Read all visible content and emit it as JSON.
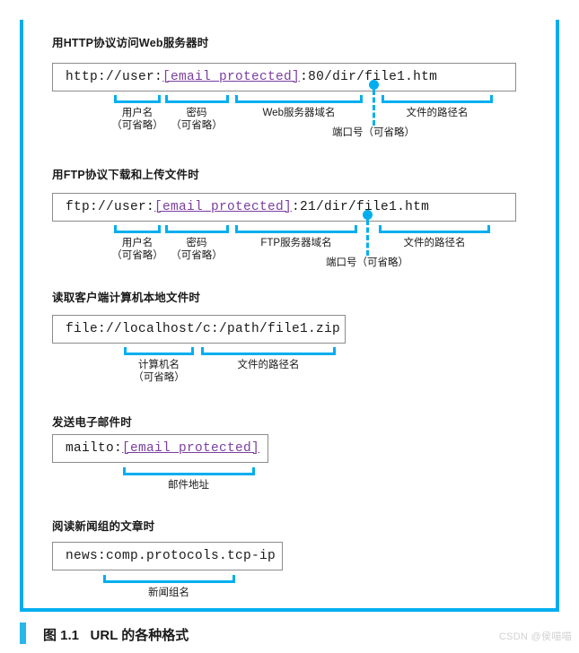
{
  "figure": {
    "caption_number": "图 1.1",
    "caption_title": "URL 的各种格式",
    "watermark": "CSDN @侯喵喵",
    "accent_color": "#00aeef",
    "box_border_color": "#8c8c8c",
    "link_color": "#7b3fa0"
  },
  "sections": [
    {
      "id": "http",
      "heading": "用HTTP协议访问Web服务器时",
      "url_parts": {
        "before": "http://user:",
        "email": "[email_protected]",
        "after": ":80/dir/file1.htm"
      },
      "brackets": [
        {
          "label": "用户名",
          "optional": "（可省略）"
        },
        {
          "label": "密码",
          "optional": "（可省略）"
        },
        {
          "label": "Web服务器域名",
          "optional": ""
        },
        {
          "label": "文件的路径名",
          "optional": ""
        }
      ],
      "callout": {
        "label": "端口号（可省略）"
      }
    },
    {
      "id": "ftp",
      "heading": "用FTP协议下载和上传文件时",
      "url_parts": {
        "before": "ftp://user:",
        "email": "[email_protected]",
        "after": ":21/dir/file1.htm"
      },
      "brackets": [
        {
          "label": "用户名",
          "optional": "（可省略）"
        },
        {
          "label": "密码",
          "optional": "（可省略）"
        },
        {
          "label": "FTP服务器域名",
          "optional": ""
        },
        {
          "label": "文件的路径名",
          "optional": ""
        }
      ],
      "callout": {
        "label": "端口号（可省略）"
      }
    },
    {
      "id": "file",
      "heading": "读取客户端计算机本地文件时",
      "url_parts": {
        "before": "file://localhost/c:/path/file1.zip",
        "email": "",
        "after": ""
      },
      "brackets": [
        {
          "label": "计算机名",
          "optional": "（可省略）"
        },
        {
          "label": "文件的路径名",
          "optional": ""
        }
      ],
      "callout": null
    },
    {
      "id": "mailto",
      "heading": "发送电子邮件时",
      "url_parts": {
        "before": "mailto:",
        "email": "[email_protected]",
        "after": ""
      },
      "brackets": [
        {
          "label": "邮件地址",
          "optional": ""
        }
      ],
      "callout": null
    },
    {
      "id": "news",
      "heading": "阅读新闻组的文章时",
      "url_parts": {
        "before": "news:comp.protocols.tcp-ip",
        "email": "",
        "after": ""
      },
      "brackets": [
        {
          "label": "新闻组名",
          "optional": ""
        }
      ],
      "callout": null
    }
  ]
}
